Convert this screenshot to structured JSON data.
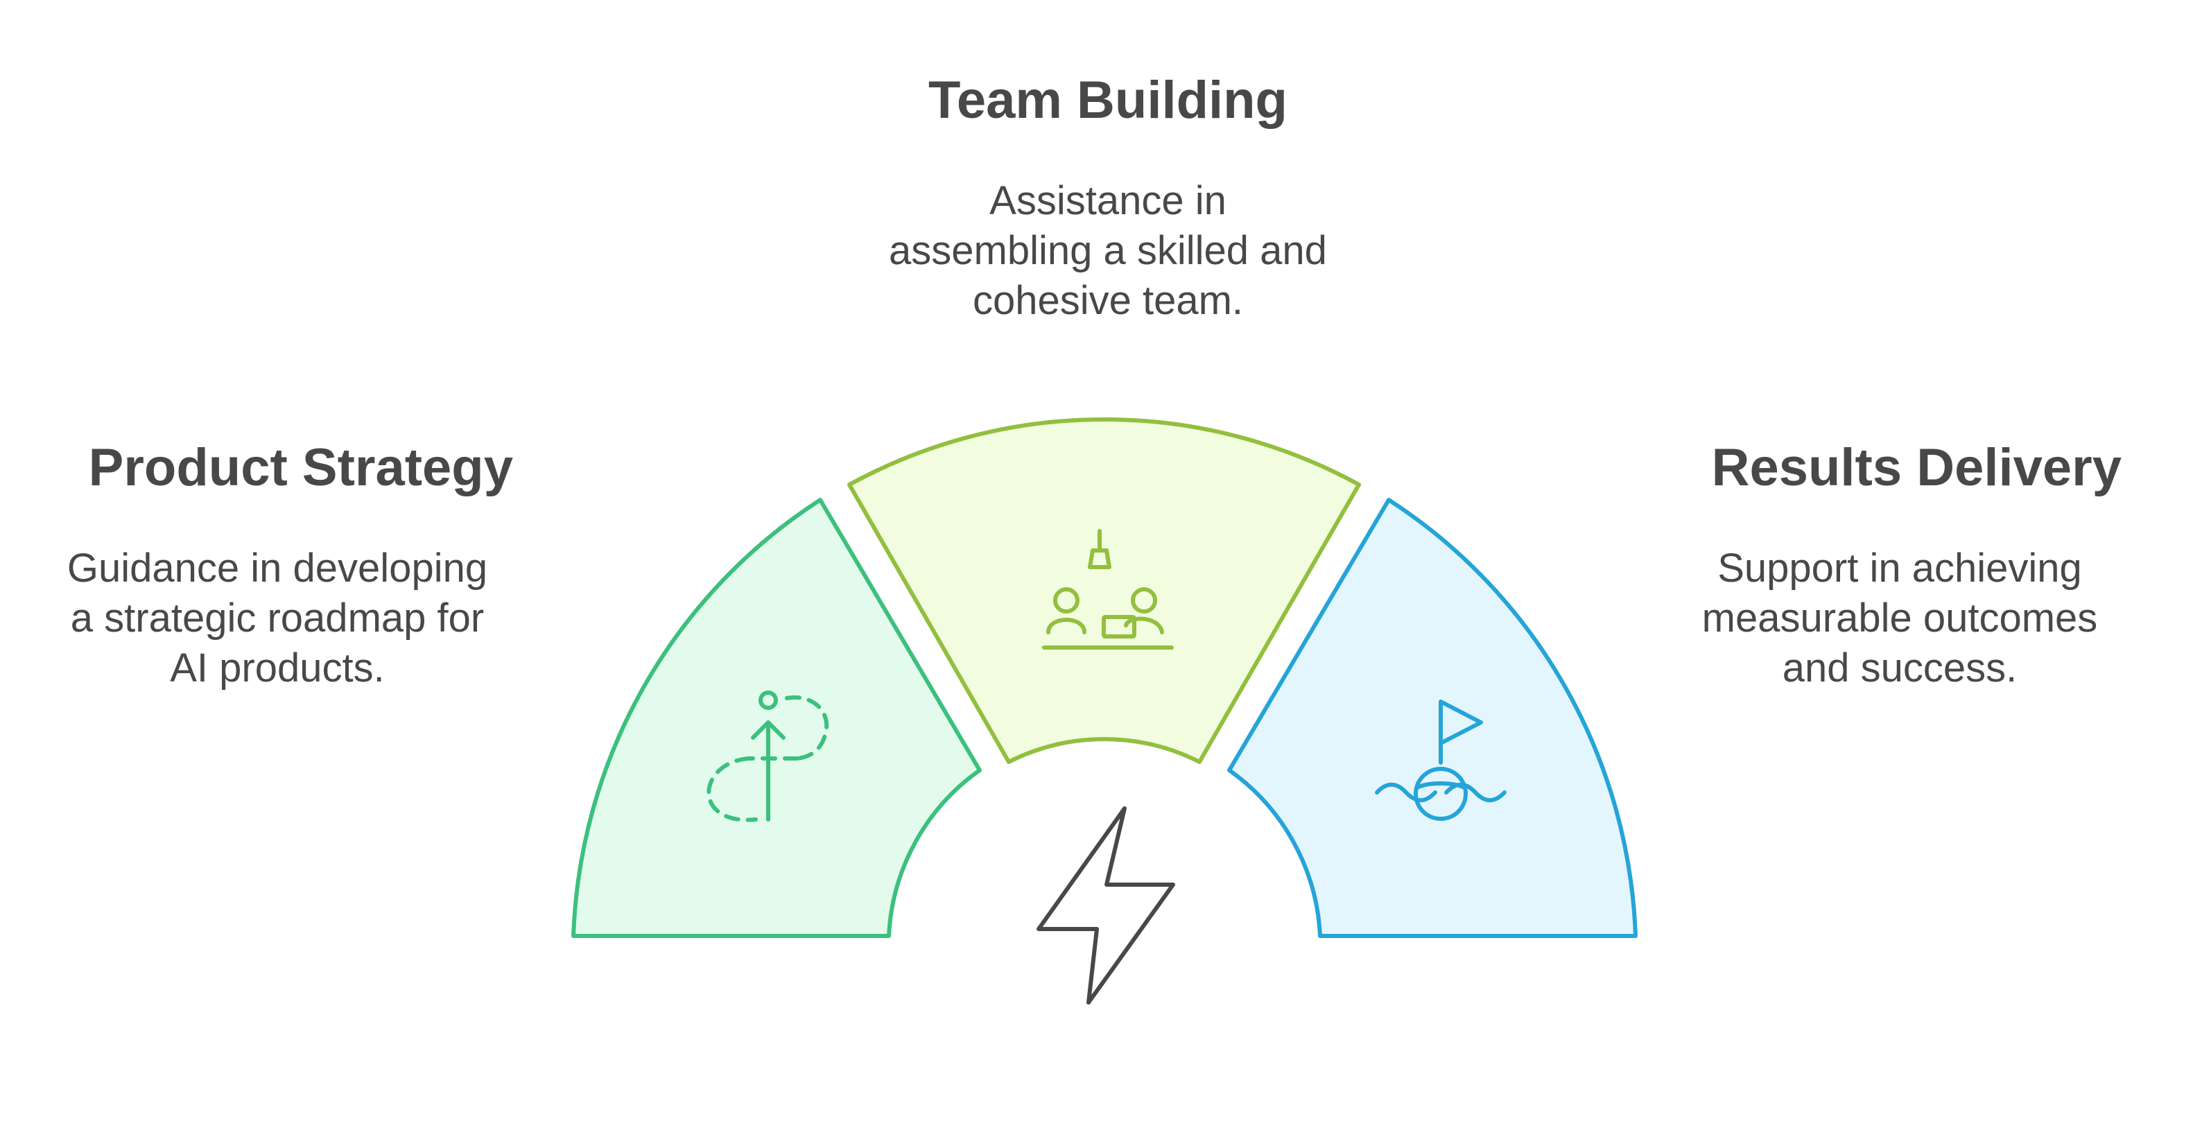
{
  "segments": [
    {
      "id": "product-strategy",
      "title": "Product Strategy",
      "description_lines": [
        "Guidance in developing",
        "a strategic roadmap for",
        "AI products."
      ],
      "icon": "growth-arrow-icon",
      "stroke_color": "#3cc07e",
      "fill_color": "#e2fbec"
    },
    {
      "id": "team-building",
      "title": "Team Building",
      "description_lines": [
        "Assistance in",
        "assembling a skilled and",
        "cohesive team."
      ],
      "icon": "team-meeting-icon",
      "stroke_color": "#92bf3e",
      "fill_color": "#f2fcde"
    },
    {
      "id": "results-delivery",
      "title": "Results Delivery",
      "description_lines": [
        "Support in achieving",
        "measurable outcomes",
        "and success."
      ],
      "icon": "buoy-flag-icon",
      "stroke_color": "#25a4d8",
      "fill_color": "#e3f6fd"
    }
  ],
  "center_icon": "lightning-bolt-icon",
  "center_icon_color": "#484848"
}
